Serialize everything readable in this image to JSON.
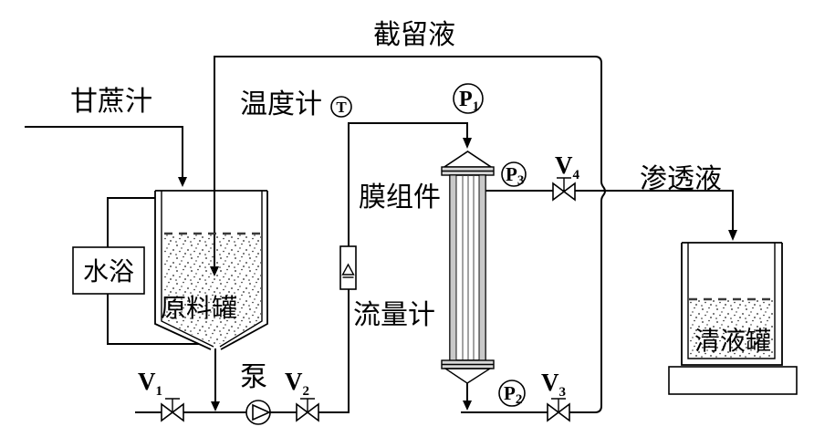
{
  "diagram": {
    "streams": {
      "feed": "甘蔗汁",
      "retentate": "截留液",
      "permeate": "渗透液"
    },
    "equipment": {
      "water_bath": "水浴",
      "feed_tank": "原料罐",
      "pump": "泵",
      "flow_meter": "流量计",
      "thermometer": "温度计",
      "membrane_module": "膜组件",
      "clear_tank": "清液罐"
    },
    "instruments": {
      "thermometer_tag": {
        "letter": "T"
      },
      "p1": {
        "letter": "P",
        "sub": "1"
      },
      "p2": {
        "letter": "P",
        "sub": "2"
      },
      "p3": {
        "letter": "P",
        "sub": "3"
      }
    },
    "valves": {
      "v1": {
        "letter": "V",
        "sub": "1"
      },
      "v2": {
        "letter": "V",
        "sub": "2"
      },
      "v3": {
        "letter": "V",
        "sub": "3"
      },
      "v4": {
        "letter": "V",
        "sub": "4"
      }
    },
    "colors": {
      "line": "#000000",
      "cap_fill": "#d8d8d8",
      "background": "#ffffff"
    }
  }
}
